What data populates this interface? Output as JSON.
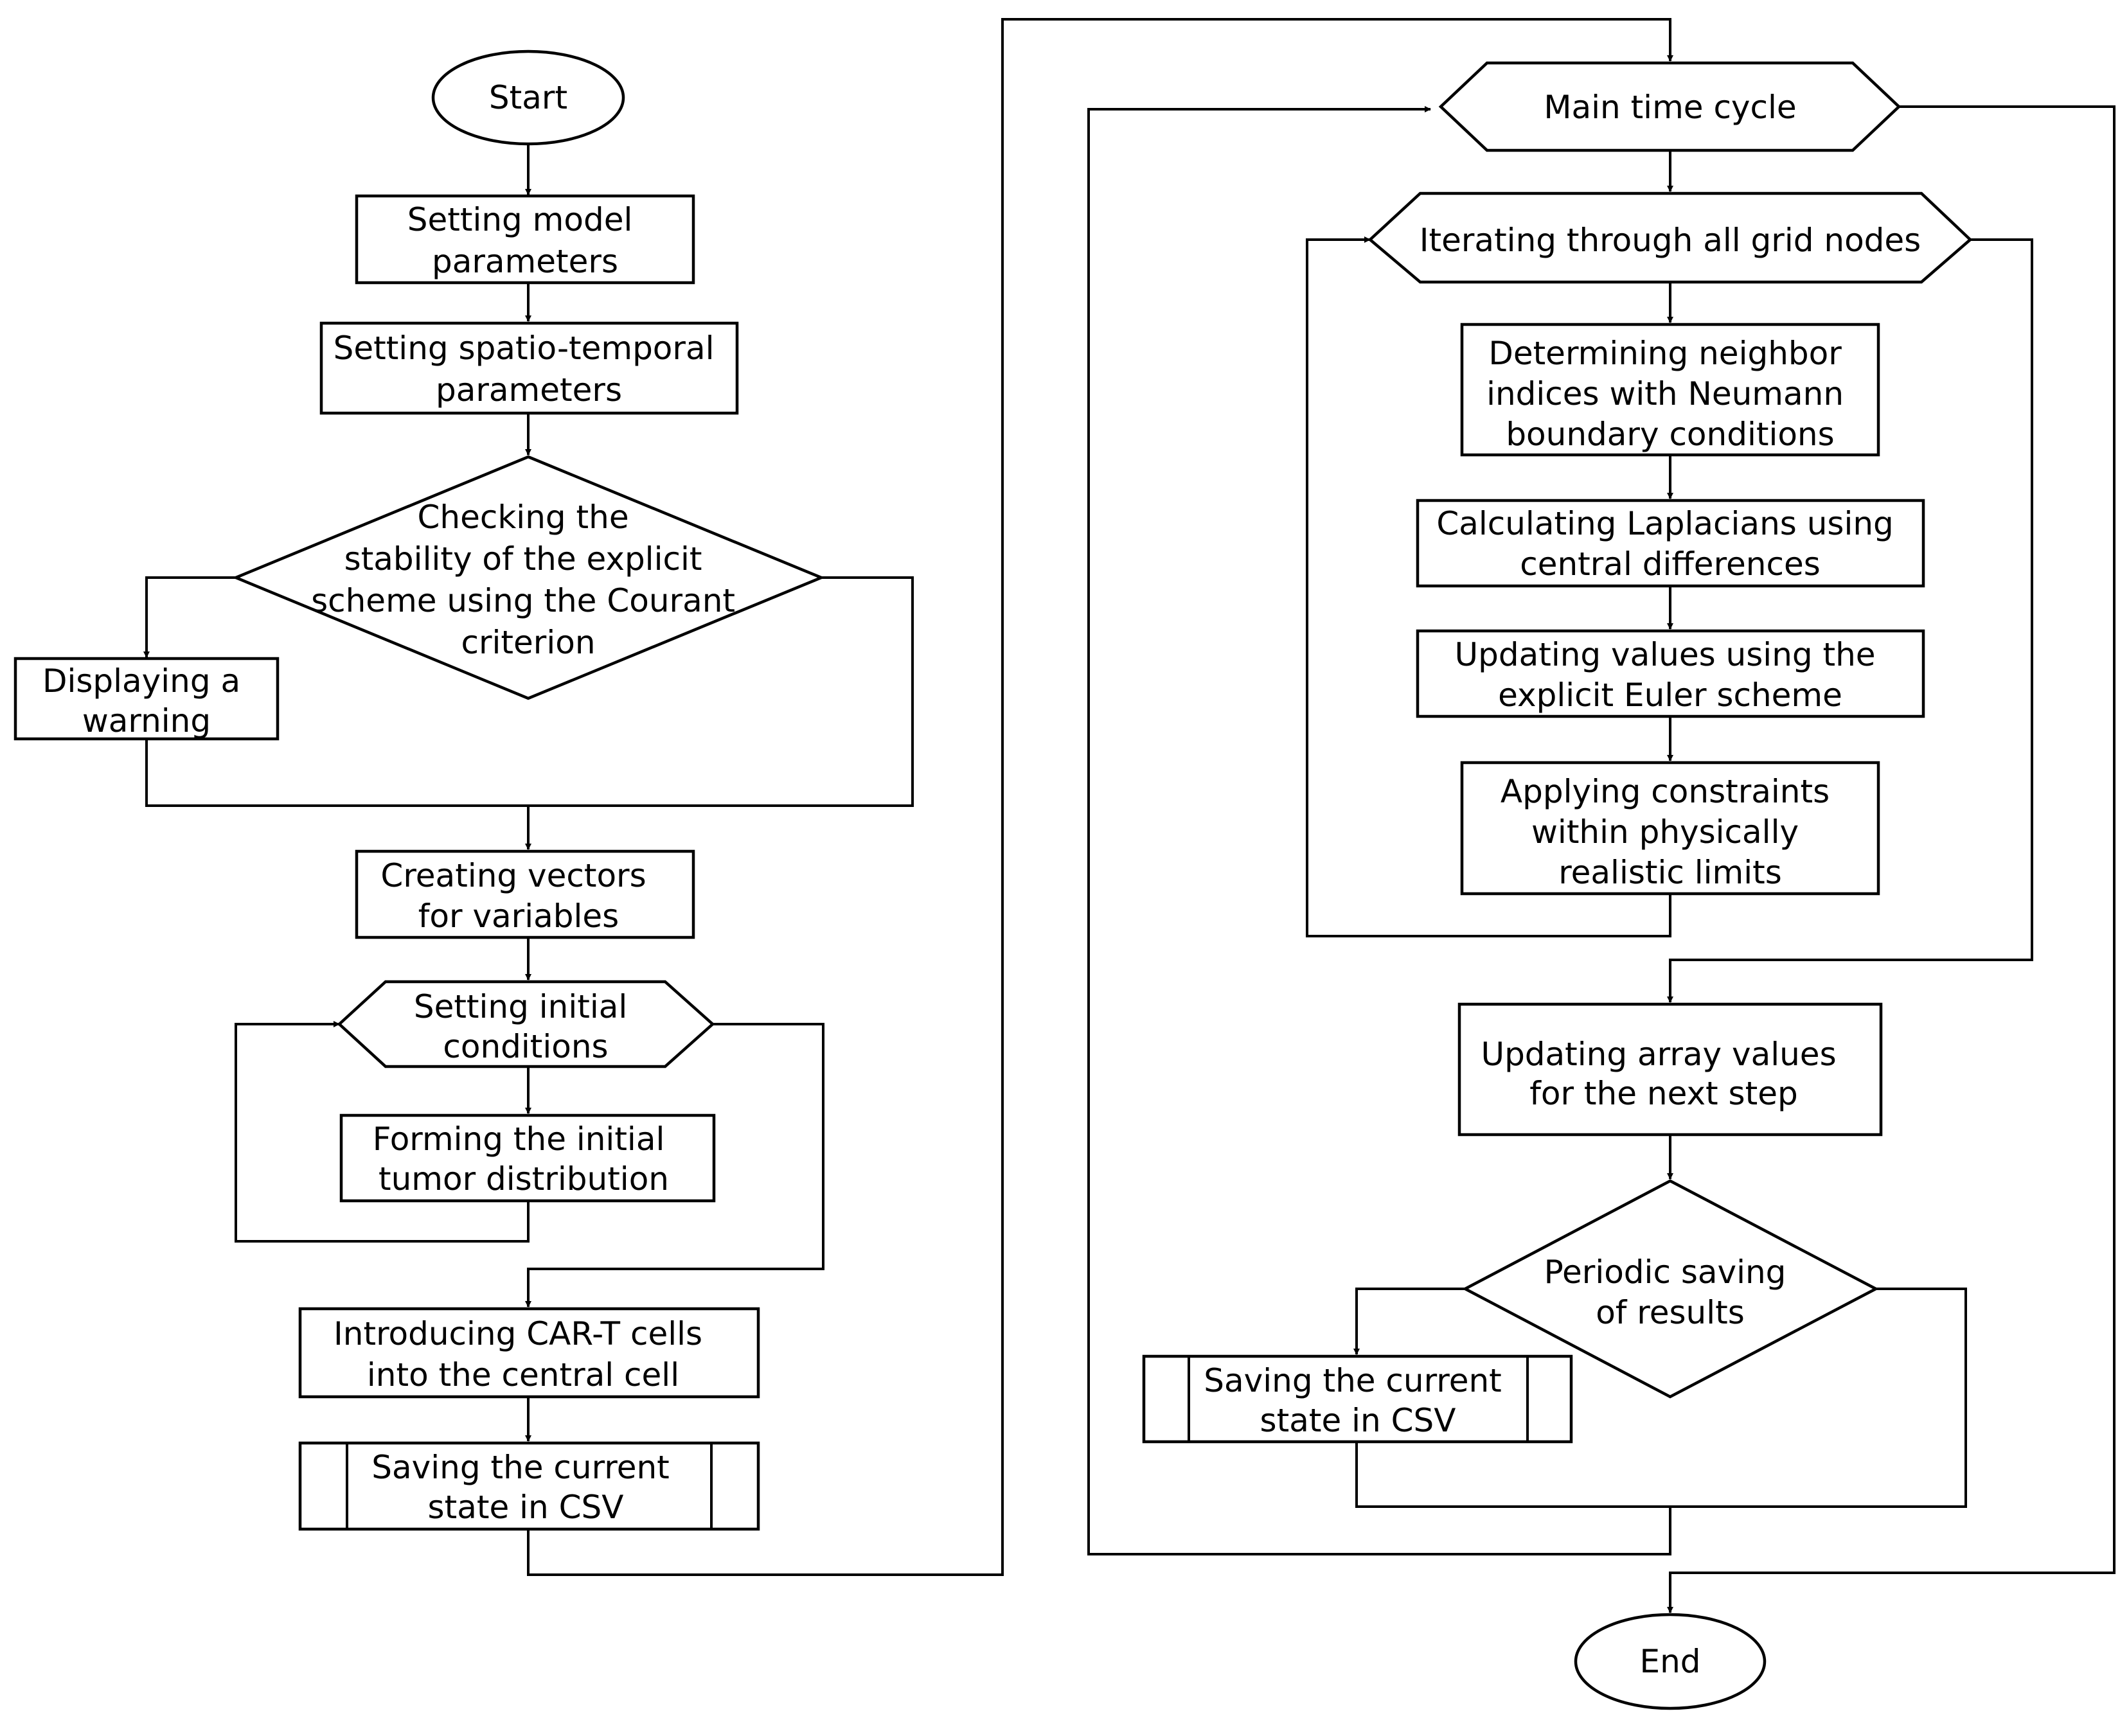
{
  "nodes": {
    "start": [
      "Start"
    ],
    "model_params": [
      "Setting model",
      "parameters"
    ],
    "spatio_params": [
      "Setting spatio-temporal",
      "parameters"
    ],
    "stability_check": [
      "Checking the",
      "stability of the explicit",
      "scheme using the Courant",
      "criterion"
    ],
    "warning": [
      "Displaying a",
      "warning"
    ],
    "vectors": [
      "Creating vectors",
      "for variables"
    ],
    "init_cond": [
      "Setting initial",
      "conditions"
    ],
    "tumor_dist": [
      "Forming the initial",
      "tumor distribution"
    ],
    "cart_cells": [
      "Introducing CAR-T cells",
      "into the central cell"
    ],
    "save_csv_1": [
      "Saving the current",
      "state in CSV"
    ],
    "main_cycle": [
      "Main time cycle"
    ],
    "grid_iter": [
      "Iterating through all grid nodes"
    ],
    "neighbors": [
      "Determining neighbor",
      "indices with Neumann",
      "boundary conditions"
    ],
    "laplacians": [
      "Calculating Laplacians using",
      "central differences"
    ],
    "euler_update": [
      "Updating values using the",
      "explicit Euler scheme"
    ],
    "constraints": [
      "Applying constraints",
      "within physically",
      "realistic limits"
    ],
    "array_update": [
      "Updating array values",
      "for the next step"
    ],
    "periodic_save": [
      "Periodic saving",
      "of results"
    ],
    "save_csv_2": [
      "Saving the current",
      "state in CSV"
    ],
    "end": [
      "End"
    ]
  }
}
